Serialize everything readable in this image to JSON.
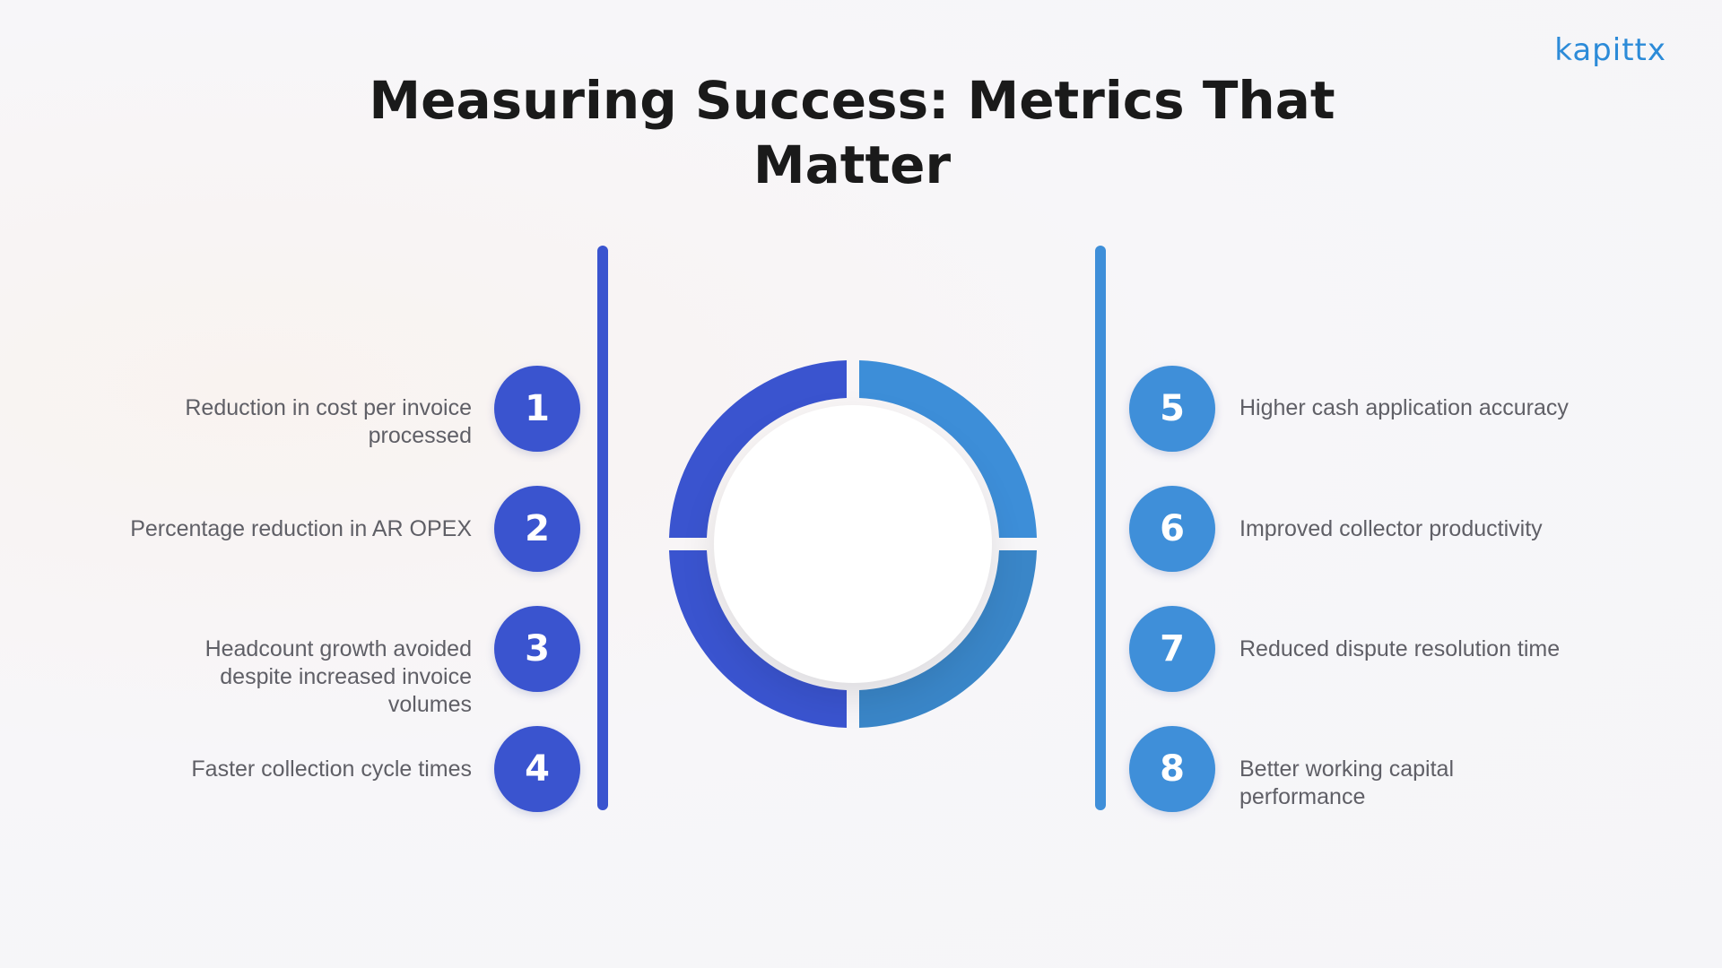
{
  "brand": {
    "logo_text": "kapittx",
    "logo_color": "#2c8bd8"
  },
  "title": "Measuring Success: Metrics That Matter",
  "colors": {
    "left_accent": "#3a54cf",
    "right_accent": "#3f8fd9",
    "ring_bottom_right": "#3a86c8"
  },
  "metrics_left": [
    {
      "number": "1",
      "label": "Reduction in cost per invoice processed"
    },
    {
      "number": "2",
      "label": "Percentage reduction in AR OPEX"
    },
    {
      "number": "3",
      "label": "Headcount growth avoided despite increased invoice volumes"
    },
    {
      "number": "4",
      "label": "Faster collection cycle times"
    }
  ],
  "metrics_right": [
    {
      "number": "5",
      "label": "Higher cash application accuracy"
    },
    {
      "number": "6",
      "label": "Improved collector productivity"
    },
    {
      "number": "7",
      "label": "Reduced dispute resolution time"
    },
    {
      "number": "8",
      "label": "Better working capital performance"
    }
  ]
}
